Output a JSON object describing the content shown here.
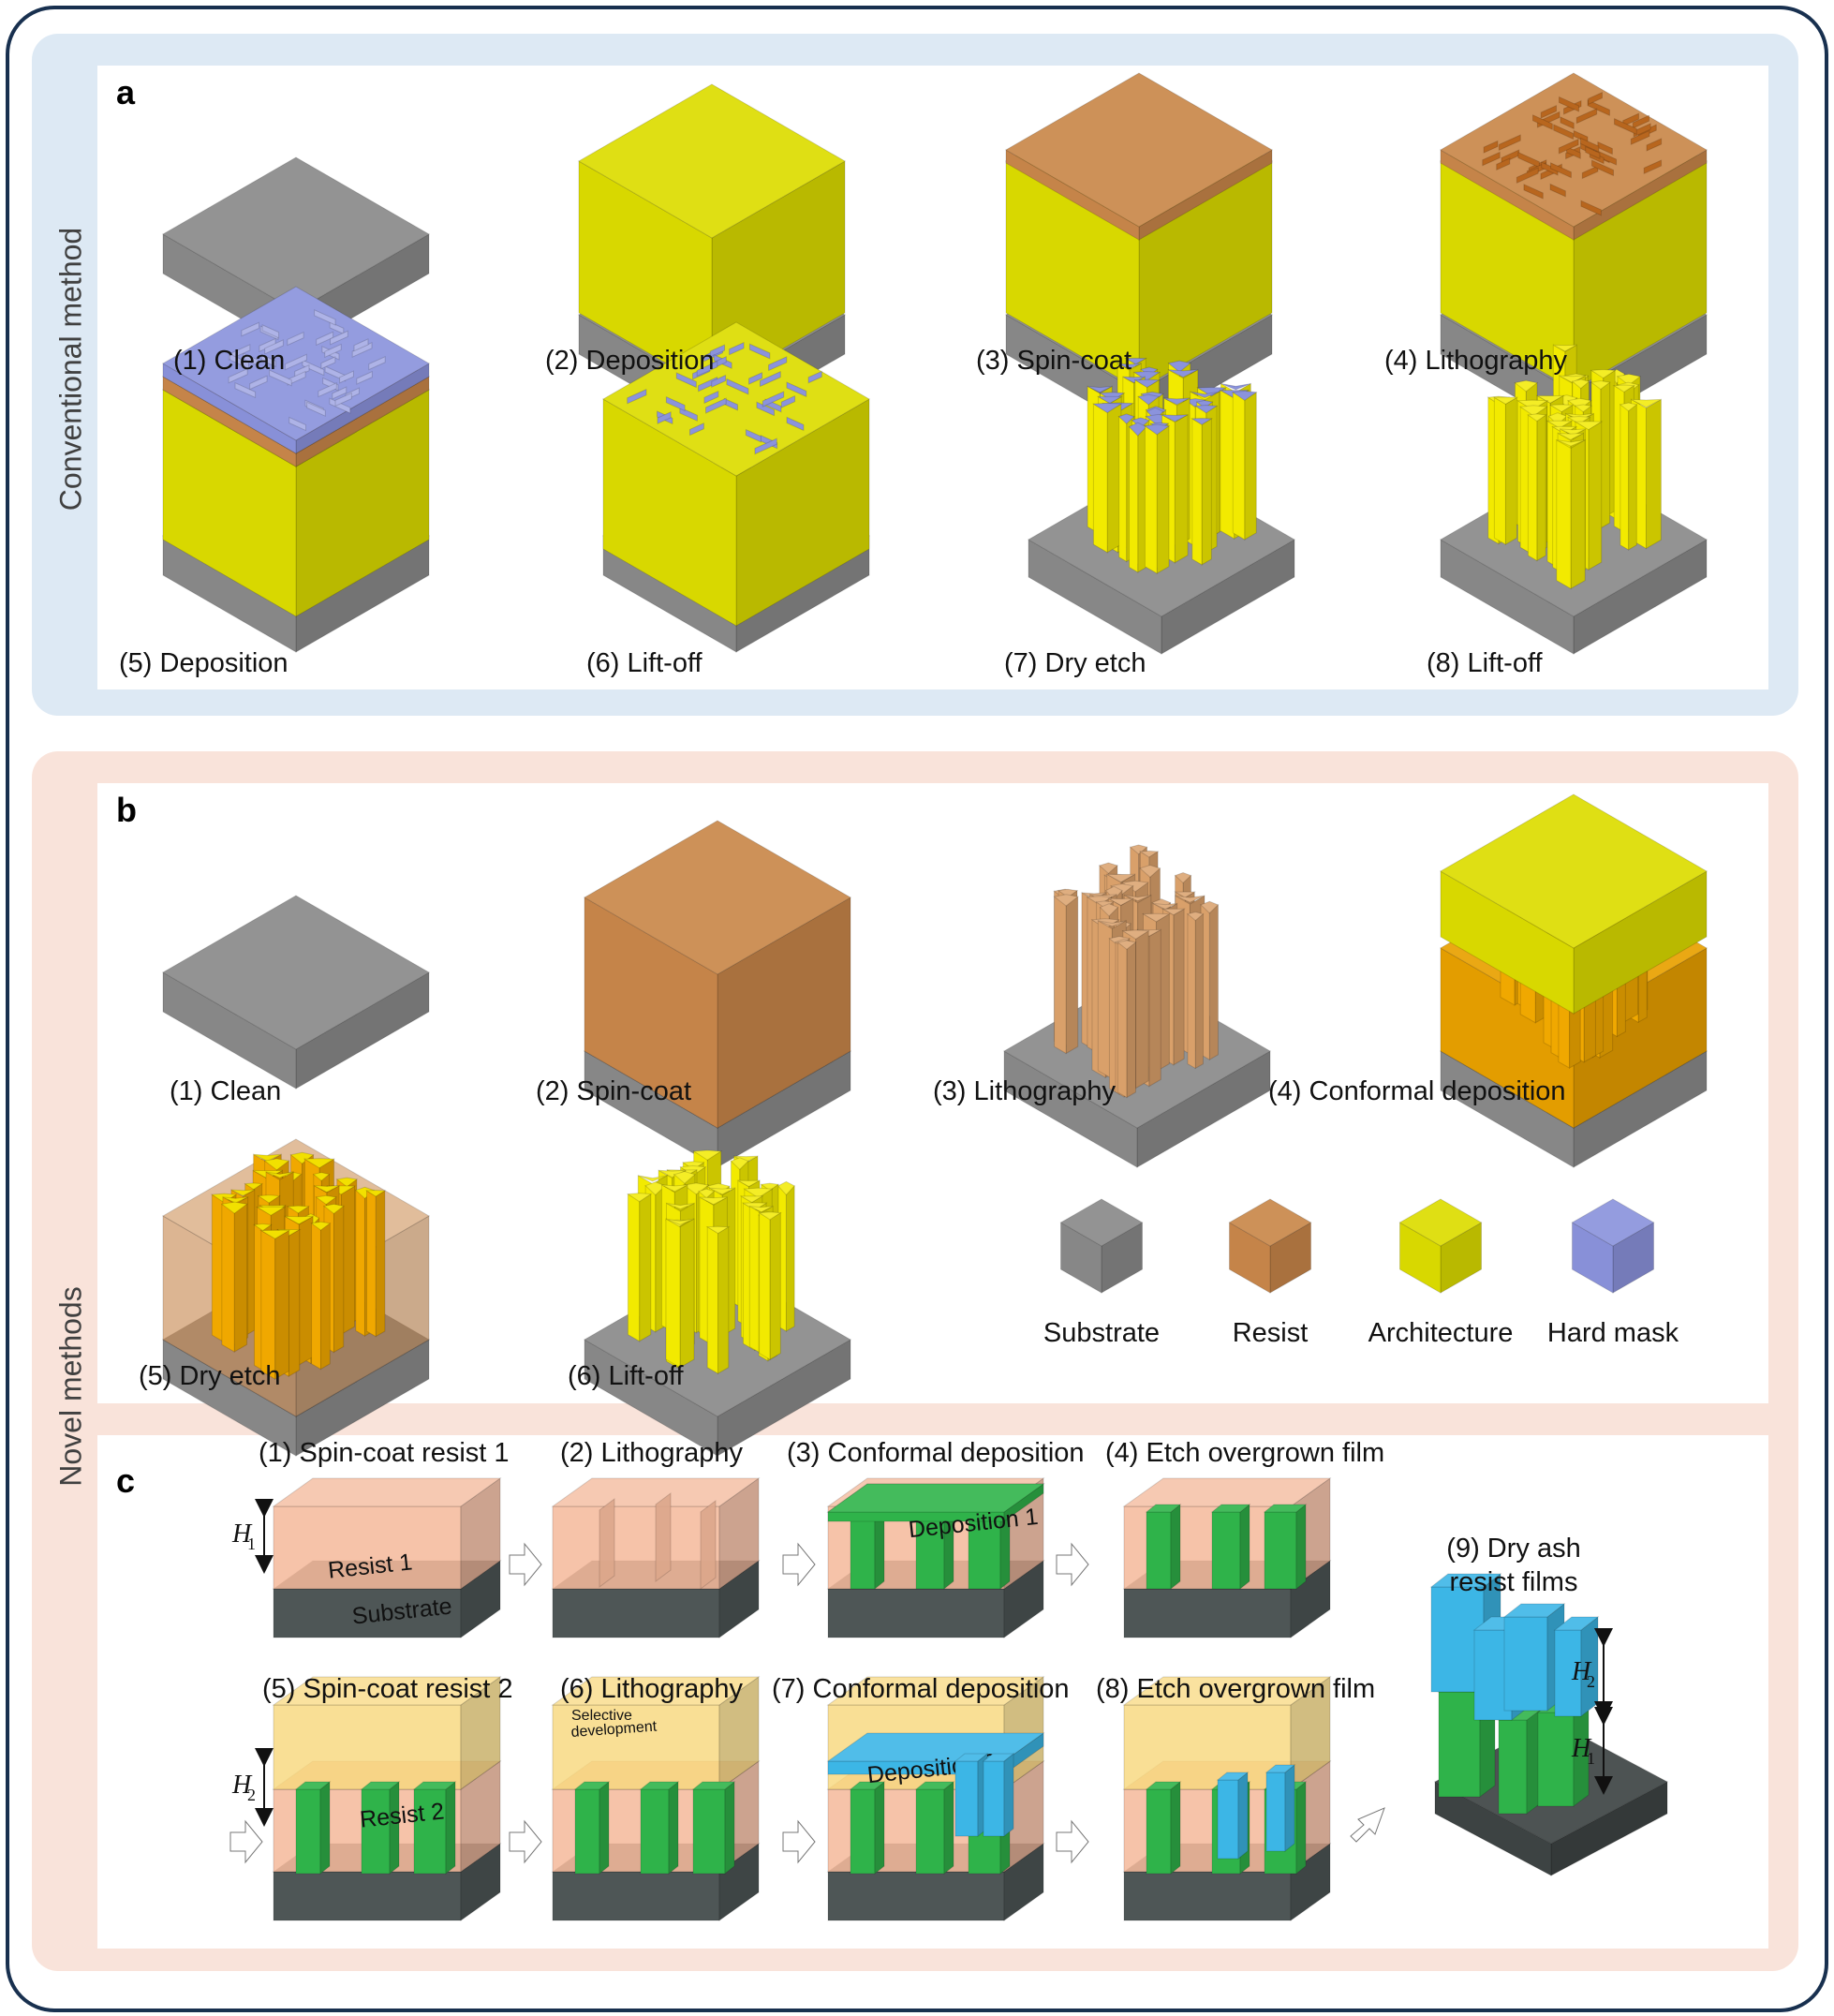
{
  "side_labels": {
    "top": "Conventional method",
    "bottom": "Novel methods"
  },
  "panel_a": {
    "label": "a",
    "steps": [
      "(1) Clean",
      "(2) Deposition",
      "(3) Spin-coat",
      "(4) Lithography",
      "(5) Deposition",
      "(6) Lift-off",
      "(7) Dry etch",
      "(8) Lift-off"
    ]
  },
  "panel_b": {
    "label": "b",
    "steps": [
      "(1) Clean",
      "(2) Spin-coat",
      "(3) Lithography",
      "(4) Conformal deposition",
      "(5) Dry etch",
      "(6) Lift-off"
    ],
    "legend": [
      {
        "label": "Substrate",
        "color": "#8a8a8a"
      },
      {
        "label": "Resist",
        "color": "#c9874a"
      },
      {
        "label": "Architecture",
        "color": "#dcdc00"
      },
      {
        "label": "Hard mask",
        "color": "#8b93dc"
      }
    ]
  },
  "panel_c": {
    "label": "c",
    "steps": [
      "(1) Spin-coat resist 1",
      "(2) Lithography",
      "(3) Conformal deposition",
      "(4) Etch overgrown film",
      "(5) Spin-coat resist 2",
      "(6) Lithography",
      "(7) Conformal deposition",
      "(8) Etch overgrown film"
    ],
    "final_step": [
      "(9) Dry ash",
      "resist films"
    ],
    "box_labels": {
      "resist1": "Resist 1",
      "substrate": "Substrate",
      "deposition1": "Deposition 1",
      "resist2": "Resist 2",
      "deposition2": "Deposition 2",
      "selective": [
        "Selective",
        "development"
      ]
    },
    "heights": {
      "h1": "H",
      "h1_sub": "1",
      "h2": "H",
      "h2_sub": "2"
    }
  },
  "colors": {
    "substrate": "#8a8a8a",
    "resist": "#c9874a",
    "architecture": "#dcdc00",
    "hard_mask": "#8b93dc",
    "green": "#2fb34a",
    "blue": "#3cb6e6",
    "frame": "#18304f",
    "band_a": "#dde9f4",
    "band_b": "#f9e3da"
  }
}
